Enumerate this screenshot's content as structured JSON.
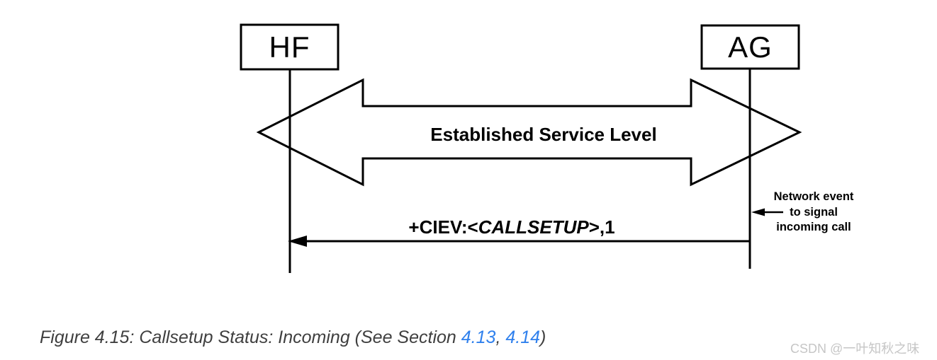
{
  "actors": {
    "hf": "HF",
    "ag": "AG"
  },
  "service_level": {
    "label": "Established Service Level"
  },
  "message": {
    "prefix": "+CIEV:<",
    "param": "CALLSETUP",
    "suffix": ">,1"
  },
  "network_note": {
    "lines": [
      "Network event",
      "to signal",
      "incoming call"
    ]
  },
  "caption": {
    "text": "Figure 4.15: Callsetup Status: Incoming (See Section ",
    "link1": "4.13",
    "separator": ", ",
    "link2": "4.14",
    "closing": ")"
  },
  "watermark": {
    "text": "CSDN @一叶知秋之味"
  },
  "colors": {
    "link": "#2F80ED",
    "caption": "#3F3F3F",
    "watermark": "#C6C6C6",
    "line": "#000000"
  }
}
